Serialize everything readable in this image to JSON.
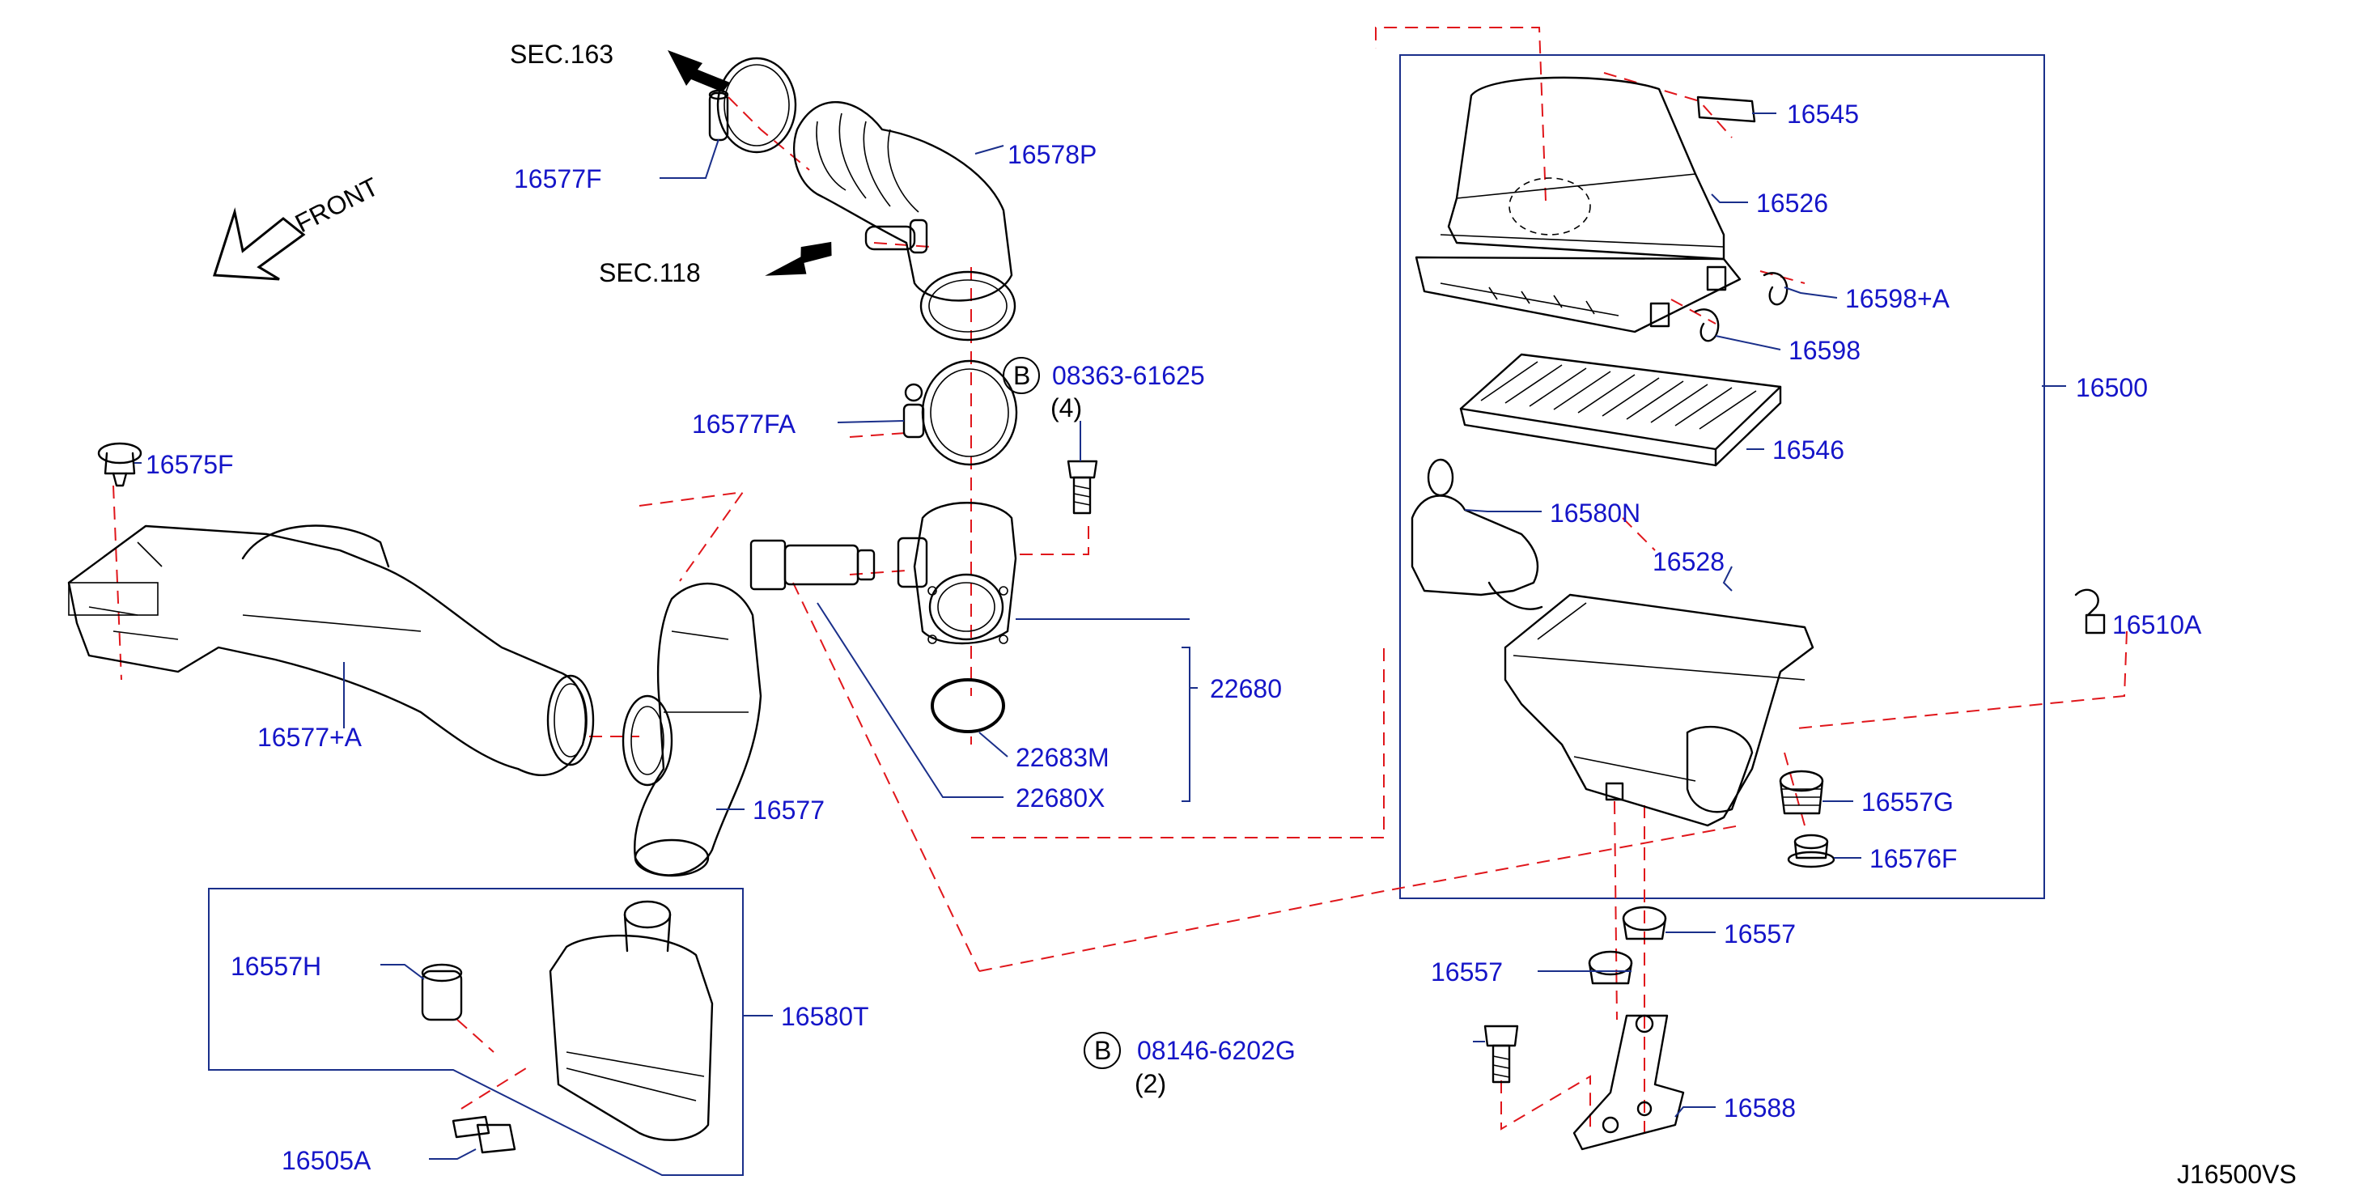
{
  "diagram": {
    "code": "J16500VS",
    "front_label": "FRONT",
    "sections": {
      "sec163": "SEC.163",
      "sec118": "SEC.118"
    },
    "bolt_symbol": "B",
    "bolts": {
      "b1": {
        "part": "08363-61625",
        "qty": "(4)"
      },
      "b2": {
        "part": "08146-6202G",
        "qty": "(2)"
      }
    },
    "parts": {
      "p16577F": "16577F",
      "p16578P": "16578P",
      "p16577FA": "16577FA",
      "p16575F": "16575F",
      "p16577A": "16577+A",
      "p16577": "16577",
      "p22680": "22680",
      "p22683M": "22683M",
      "p22680X": "22680X",
      "p16557H": "16557H",
      "p16580T": "16580T",
      "p16505A": "16505A",
      "p16545": "16545",
      "p16526": "16526",
      "p16598A": "16598+A",
      "p16598": "16598",
      "p16500": "16500",
      "p16546": "16546",
      "p16580N": "16580N",
      "p16528": "16528",
      "p16510A": "16510A",
      "p16557G": "16557G",
      "p16576F": "16576F",
      "p16557a": "16557",
      "p16557b": "16557",
      "p16588": "16588"
    }
  }
}
